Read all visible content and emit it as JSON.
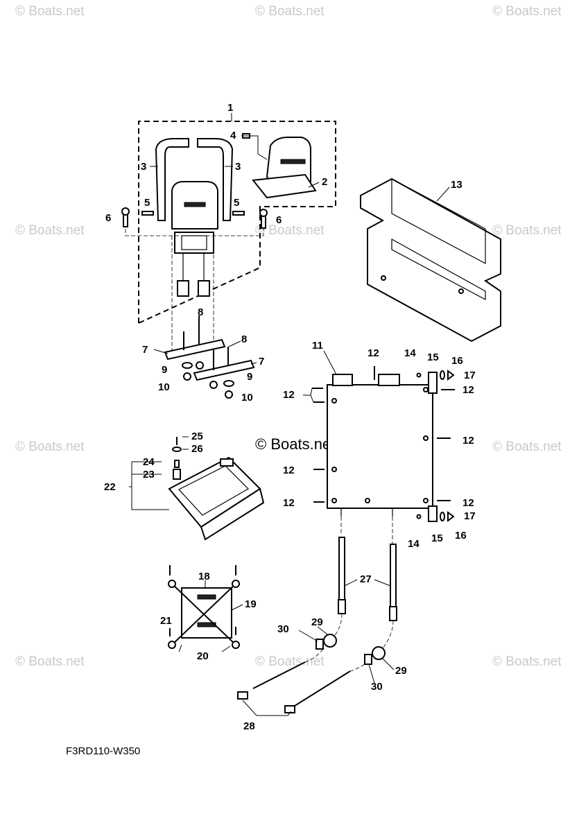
{
  "watermark": "© Boats.net",
  "drawing_code": "F3RD110-W350",
  "callouts": {
    "c1": "1",
    "c2": "2",
    "c3a": "3",
    "c3b": "3",
    "c4": "4",
    "c5a": "5",
    "c5b": "5",
    "c6a": "6",
    "c6b": "6",
    "c7a": "7",
    "c7b": "7",
    "c8a": "8",
    "c8b": "8",
    "c9a": "9",
    "c9b": "9",
    "c10a": "10",
    "c10b": "10",
    "c11": "11",
    "c12a": "12",
    "c12b": "12",
    "c12c": "12",
    "c12d": "12",
    "c12e": "12",
    "c12f": "12",
    "c12g": "12",
    "c13": "13",
    "c14a": "14",
    "c14b": "14",
    "c15a": "15",
    "c15b": "15",
    "c16a": "16",
    "c16b": "16",
    "c17a": "17",
    "c17b": "17",
    "c18": "18",
    "c19": "19",
    "c20": "20",
    "c21": "21",
    "c22": "22",
    "c23": "23",
    "c24": "24",
    "c25": "25",
    "c26": "26",
    "c27": "27",
    "c28": "28",
    "c29a": "29",
    "c29b": "29",
    "c30a": "30",
    "c30b": "30"
  }
}
